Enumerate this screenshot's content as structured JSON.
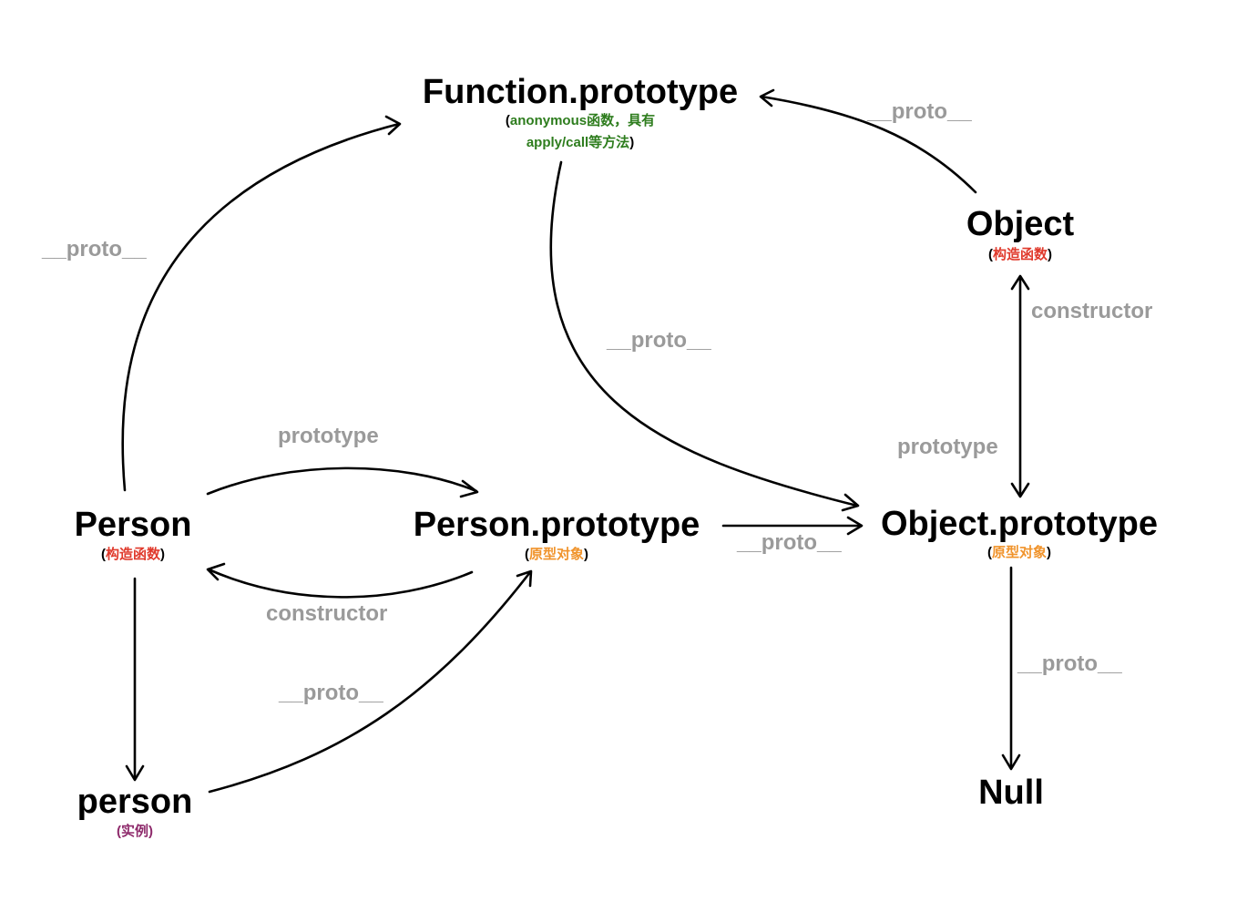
{
  "nodes": {
    "function_prototype": {
      "title": "Function.prototype",
      "sub_line1": "anonymous函数，具有",
      "sub_line2": "apply/call等方法",
      "sub_color": "#2e7d1e"
    },
    "object": {
      "title": "Object",
      "sub": "构造函数",
      "sub_color": "#e0392b"
    },
    "person": {
      "title": "Person",
      "sub": "构造函数",
      "sub_color": "#e0392b"
    },
    "person_prototype": {
      "title": "Person.prototype",
      "sub": "原型对象",
      "sub_color": "#f0932b"
    },
    "object_prototype": {
      "title": "Object.prototype",
      "sub": "原型对象",
      "sub_color": "#f0932b"
    },
    "person_instance": {
      "title": "person",
      "sub": "实例",
      "sub_color": "#8e2a6b"
    },
    "null": {
      "title": "Null"
    }
  },
  "edges": {
    "person_to_function_proto": "__proto__",
    "object_to_function_proto": "__proto__",
    "function_proto_to_object_proto": "__proto__",
    "object_prototype_link": "prototype",
    "object_constructor_link": "constructor",
    "person_prototype_link": "prototype",
    "person_constructor_link": "constructor",
    "person_proto_to_object_proto": "__proto__",
    "instance_to_person_proto": "__proto__",
    "object_proto_to_null": "__proto__"
  },
  "paren_open": "(",
  "paren_close": ")"
}
